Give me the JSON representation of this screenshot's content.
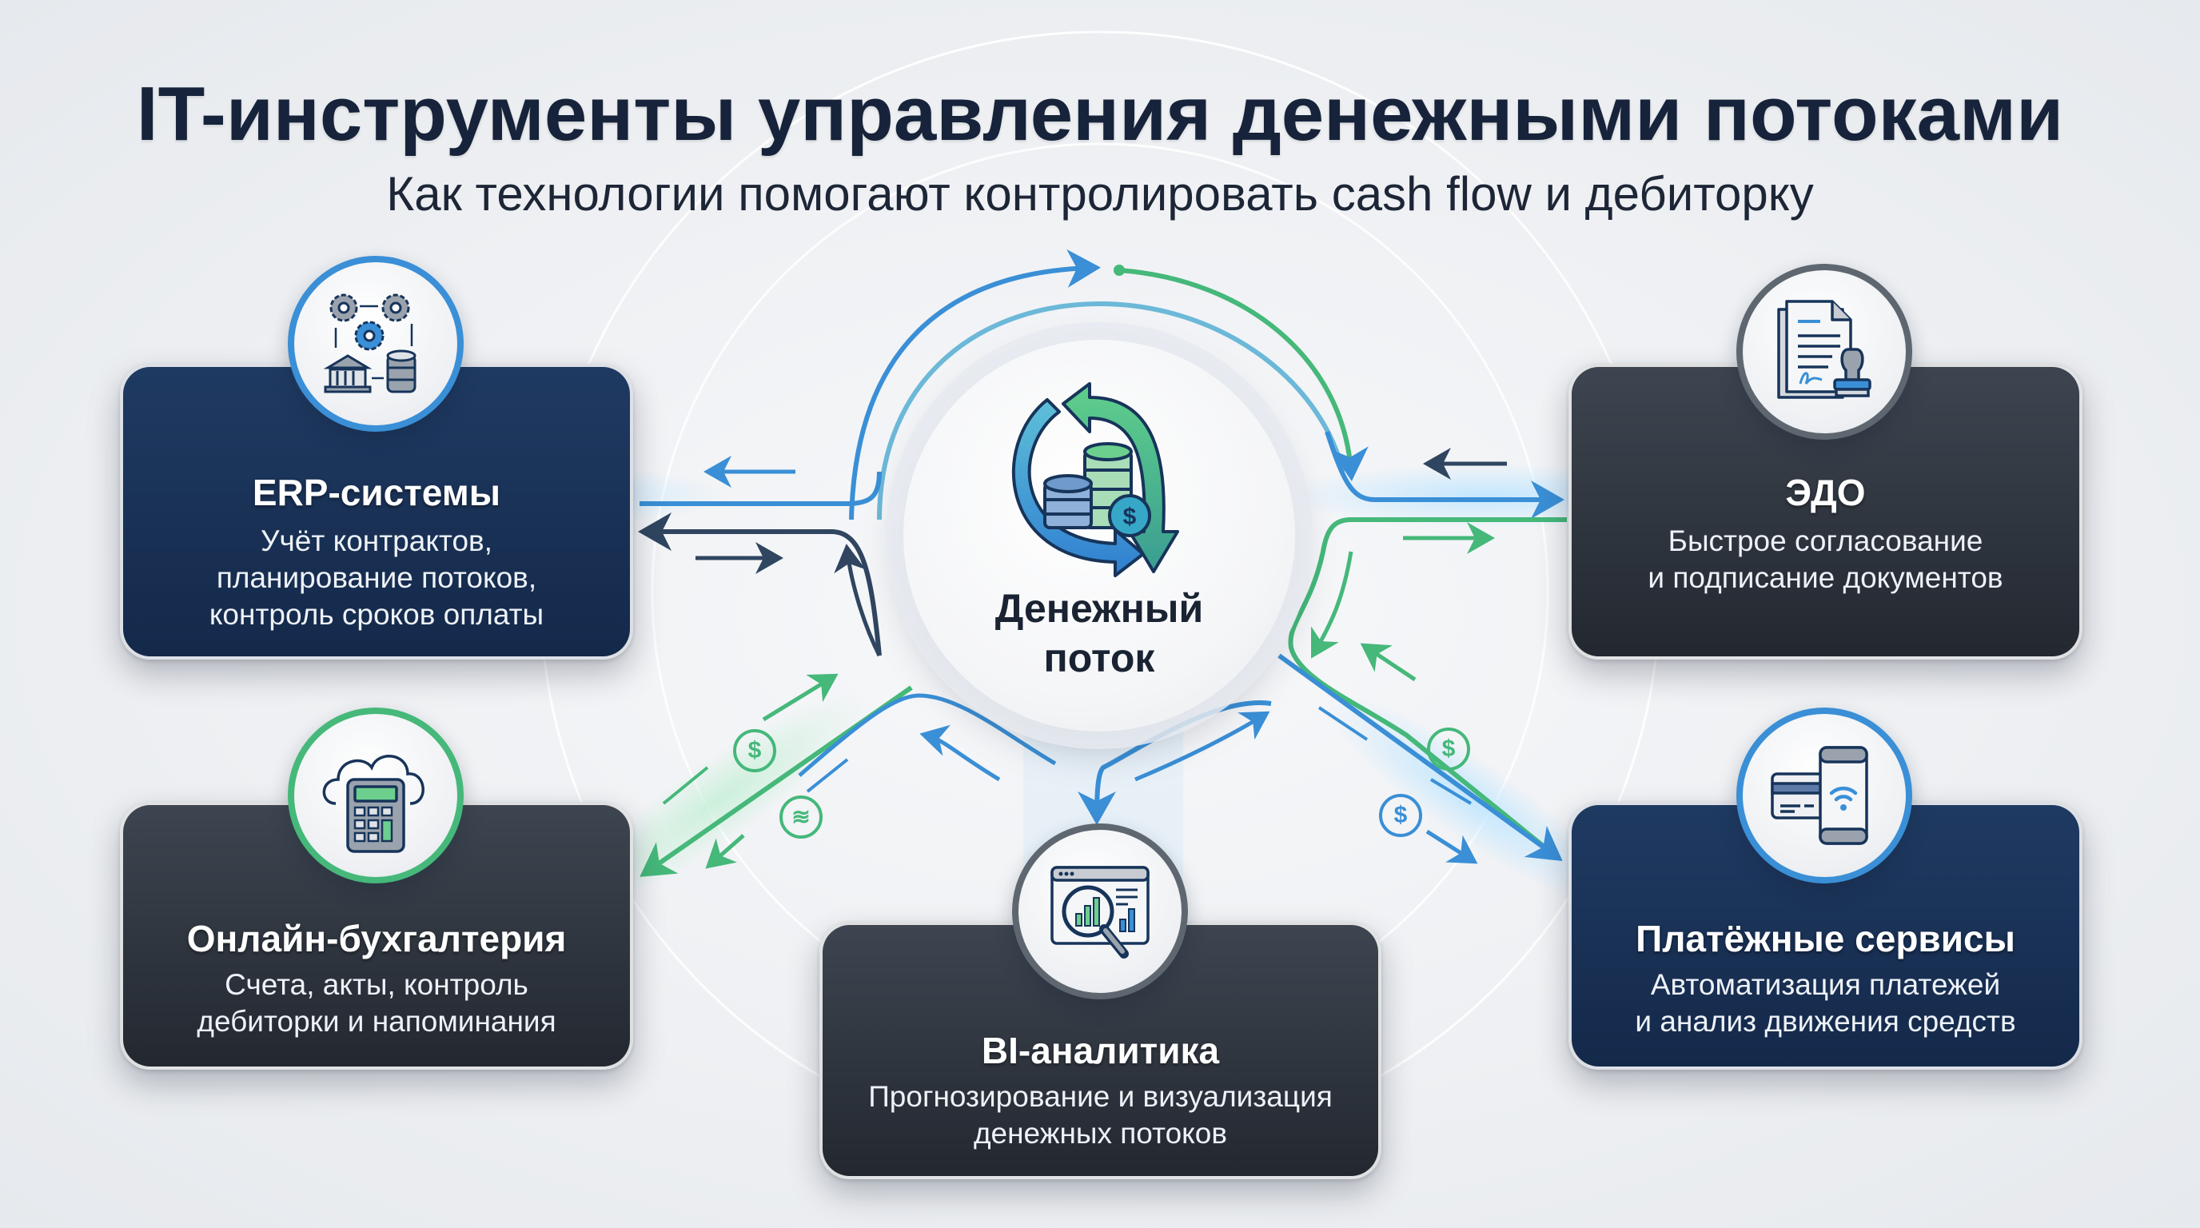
{
  "header": {
    "title": "IT-инструменты управления денежными потоками",
    "subtitle": "Как технологии помогают контролировать cash flow и дебиторку"
  },
  "hub": {
    "label": "Денежный\nпоток",
    "icon": "cash-flow-cycle-icon"
  },
  "cards": [
    {
      "id": "erp",
      "title": "ERP-системы",
      "body": "Учёт контрактов,\nпланирование потоков,\nконтроль сроков оплаты",
      "icon": "erp-gears-bank-database-icon",
      "ring_color": "#3a8fd6",
      "card_color": "#1a3459"
    },
    {
      "id": "edo",
      "title": "ЭДО",
      "body": "Быстрое согласование\nи подписание документов",
      "icon": "document-signature-stamp-icon",
      "ring_color": "#5e6670",
      "card_color": "#30363e"
    },
    {
      "id": "online-accounting",
      "title": "Онлайн-бухгалтерия",
      "body": "Счета, акты, контроль\nдебиторки и напоминания",
      "icon": "cloud-calculator-icon",
      "ring_color": "#45b87a",
      "card_color": "#30363e"
    },
    {
      "id": "bi",
      "title": "BI-аналитика",
      "body": "Прогнозирование и визуализация\nденежных потоков",
      "icon": "analytics-magnifier-icon",
      "ring_color": "#5e6670",
      "card_color": "#30363e"
    },
    {
      "id": "payments",
      "title": "Платёжные сервисы",
      "body": "Автоматизация платежей\nи анализ движения средств",
      "icon": "card-phone-contactless-icon",
      "ring_color": "#3a8fd6",
      "card_color": "#1a3459"
    }
  ],
  "flow_colors": {
    "blue": "#3a8fd6",
    "green": "#45b87a",
    "navy": "#2f4560"
  },
  "coin_symbol": "$"
}
